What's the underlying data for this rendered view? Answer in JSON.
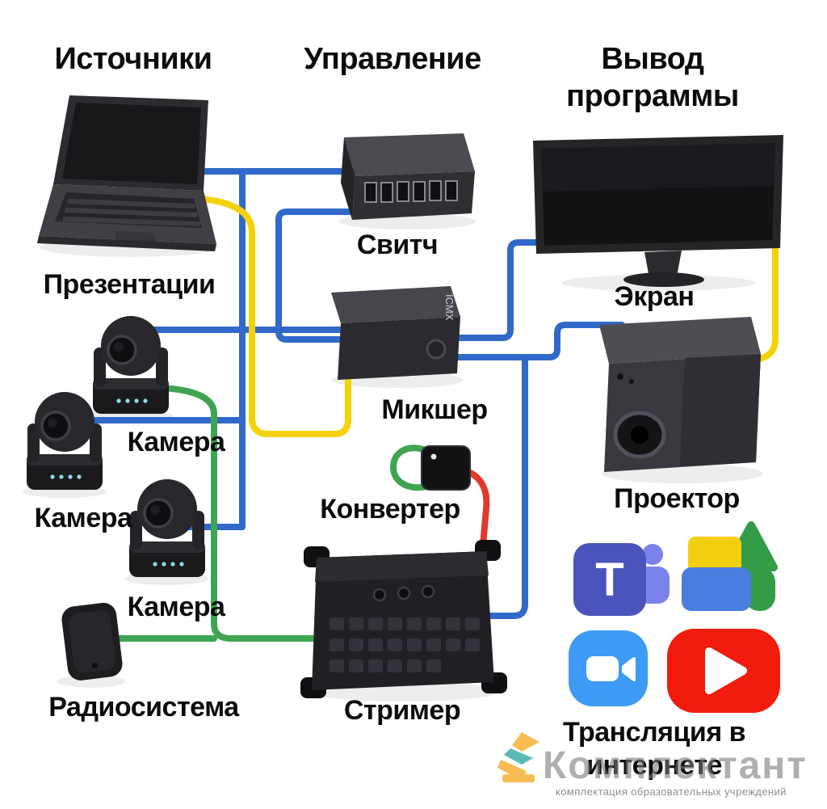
{
  "headers": {
    "sources": "Источники",
    "control": "Управление",
    "output": "Вывод программы"
  },
  "labels": {
    "laptop": "Презентации",
    "switch": "Свитч",
    "screen": "Экран",
    "camera": "Камера",
    "mixer": "Микшер",
    "converter": "Конвертер",
    "projector": "Проектор",
    "streamer": "Стример",
    "radio": "Радиосистема",
    "streaming": "Трансляция в интернете"
  },
  "devices": {
    "mixer_badge": "ICMX",
    "teams_letter": "T"
  },
  "watermark": {
    "name": "Комплектант",
    "subtitle": "комплектация образовательных учреждений"
  },
  "icons": {
    "teams": "teams-icon",
    "blocks": "education-blocks-icon",
    "zoom": "zoom-video-icon",
    "youtube": "youtube-play-icon"
  },
  "colors": {
    "cable_blue": "#3069c9",
    "cable_green": "#3fa553",
    "cable_yellow": "#f3d307",
    "cable_red": "#df3a2c",
    "teams_purple": "#4b53bc",
    "teams_light": "#7b83eb",
    "zoom_blue": "#3d9af5",
    "youtube_red": "#f11c0d",
    "block_yellow": "#f2cf0e",
    "block_blue": "#4a7de0",
    "block_green": "#339c46",
    "led_cyan": "#8fd9e8",
    "watermark_gray": "#8a8a8a",
    "logo_orange": "#f5a81c",
    "logo_teal": "#21a69c"
  }
}
